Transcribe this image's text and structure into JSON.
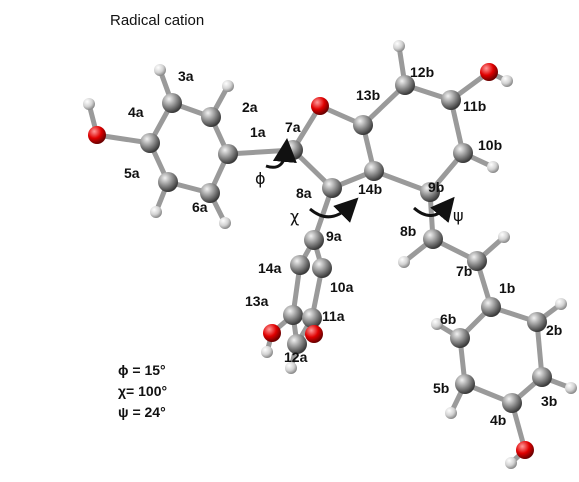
{
  "title": "Radical cation",
  "atom_labels": {
    "a3": "3a",
    "a2": "2a",
    "a4": "4a",
    "a1": "1a",
    "a7": "7a",
    "a5": "5a",
    "a6": "6a",
    "a8": "8a",
    "a9": "9a",
    "a14": "14a",
    "a10": "10a",
    "a13": "13a",
    "a11": "11a",
    "a12": "12a",
    "b12": "12b",
    "b13": "13b",
    "b11": "11b",
    "b10": "10b",
    "b14": "14b",
    "b9": "9b",
    "b8": "8b",
    "b7": "7b",
    "b1": "1b",
    "b6": "6b",
    "b2": "2b",
    "b5": "5b",
    "b3": "3b",
    "b4": "4b"
  },
  "torsion_symbols": {
    "phi": "ϕ",
    "chi": "χ",
    "psi": "ψ"
  },
  "angles": {
    "phi": "ϕ = 15°",
    "chi": "χ= 100°",
    "psi": "ψ = 24°"
  },
  "colors": {
    "carbon": "#8a8a8a",
    "oxygen": "#e01010",
    "hydrogen": "#dcdcdc",
    "bond": "#9a9a9a",
    "arrow": "#111111"
  }
}
